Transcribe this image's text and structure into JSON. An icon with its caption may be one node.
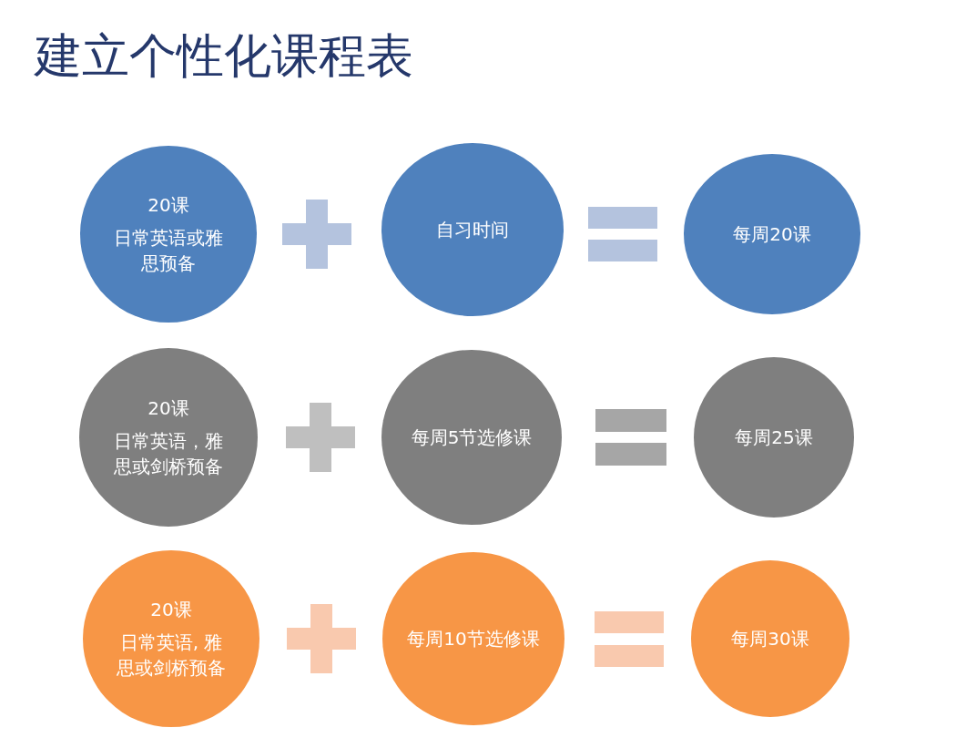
{
  "diagram": {
    "title": "建立个性化课程表",
    "nodes": [
      {
        "text": [
          "20课",
          "日常英语或雅思预备"
        ]
      },
      {
        "text": [],
        "shape": "plus"
      },
      {
        "text": [
          "自习时间"
        ]
      },
      {
        "text": [],
        "shape": "equals"
      },
      {
        "text": [
          "每周20课"
        ]
      },
      {
        "text": [
          "20课",
          "日常英语，雅思或剑桥预备"
        ]
      },
      {
        "text": [],
        "shape": "plus"
      },
      {
        "text": [
          "每周5节选修课"
        ]
      },
      {
        "text": [],
        "shape": "equals"
      },
      {
        "text": [
          "每周25课"
        ]
      },
      {
        "text": [
          "20课",
          "日常英语, 雅思或剑桥预备"
        ]
      },
      {
        "text": [],
        "shape": "plus"
      },
      {
        "text": [
          "每周10节选修课"
        ]
      },
      {
        "text": [],
        "shape": "equals"
      },
      {
        "text": [
          "每周30课"
        ]
      }
    ]
  }
}
